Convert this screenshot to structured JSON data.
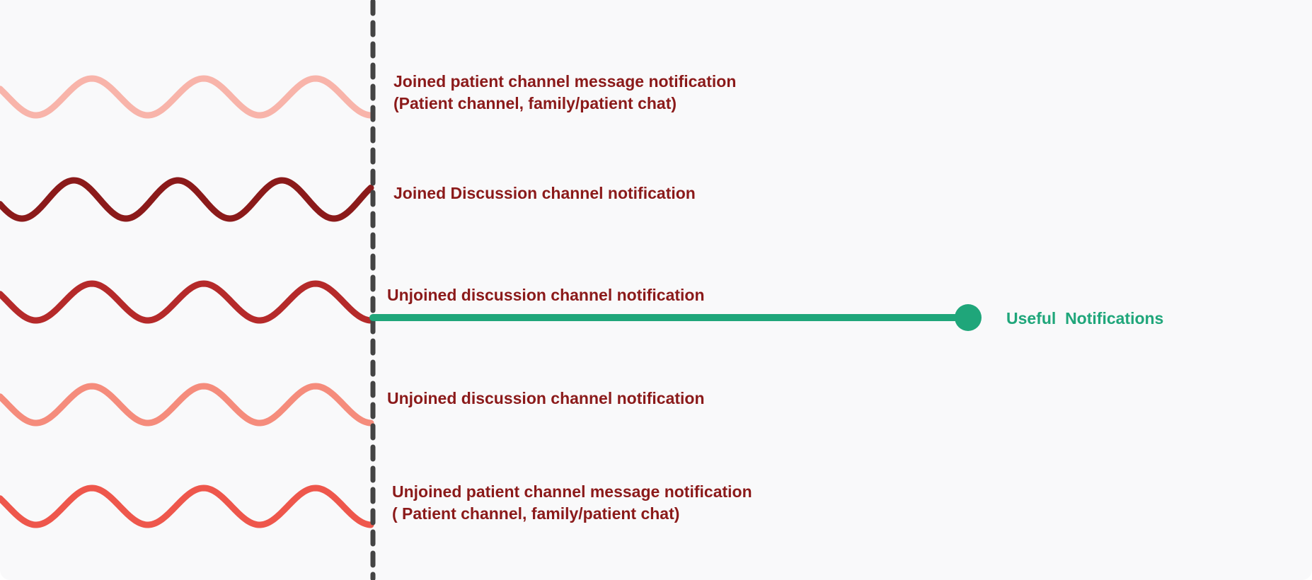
{
  "wave_colors": {
    "light_pink": "#f8b4aa",
    "dark_red": "#8b1a1a",
    "red": "#b52a2a",
    "salmon": "#f58c7c",
    "coral": "#ee574c"
  },
  "divider_color": "#444444",
  "connector_color": "#1fa67a",
  "label_color": "#8b1a1a",
  "notifications": [
    {
      "line1": "Joined patient channel message notification",
      "line2": "(Patient channel, family/patient chat)",
      "wave_color": "light_pink"
    },
    {
      "line1": "Joined Discussion channel notification",
      "line2": "",
      "wave_color": "dark_red"
    },
    {
      "line1": "Unjoined discussion channel notification",
      "line2": "",
      "wave_color": "red"
    },
    {
      "line1": "Unjoined discussion channel notification",
      "line2": "",
      "wave_color": "salmon"
    },
    {
      "line1": "Unjoined patient channel message notification",
      "line2": "( Patient channel, family/patient chat)",
      "wave_color": "coral"
    }
  ],
  "useful_label": "Useful  Notifications"
}
